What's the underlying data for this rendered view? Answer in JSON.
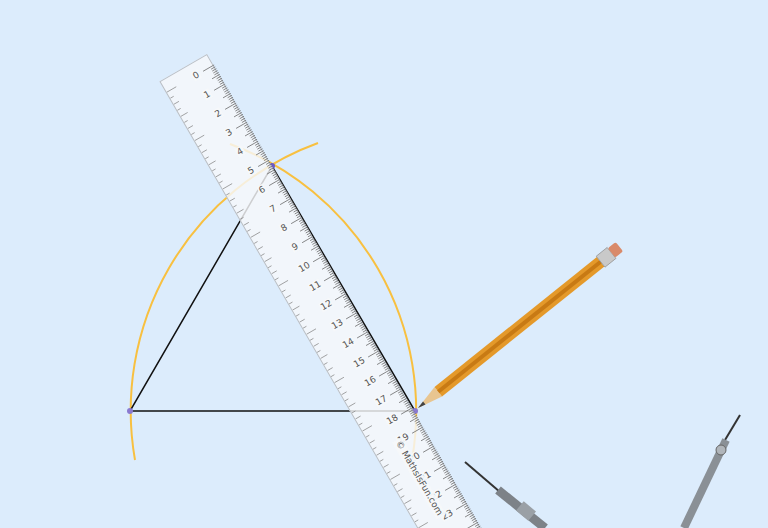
{
  "diagram": {
    "labels": [
      "0",
      "1",
      "2",
      "3",
      "4",
      "5",
      "6",
      "7",
      "8",
      "9",
      "10",
      "11",
      "12",
      "13",
      "14",
      "15",
      "16",
      "17",
      "18",
      "19",
      "20",
      "21",
      "22",
      "23",
      "© MathsIsFun.com"
    ]
  }
}
